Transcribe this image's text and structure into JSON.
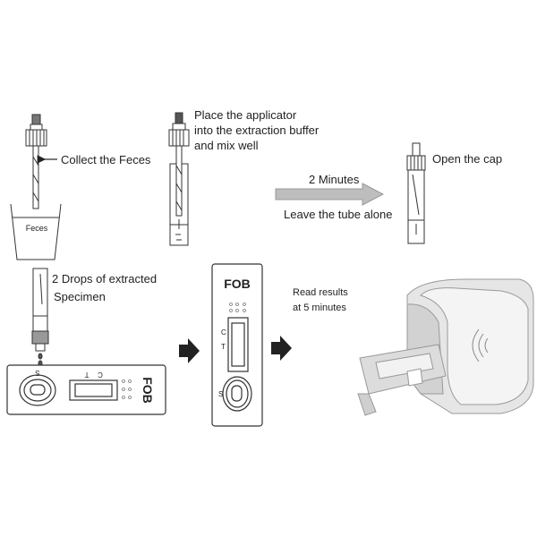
{
  "steps": {
    "collect": {
      "label": "Collect the Feces",
      "container_label": "Feces"
    },
    "mix": {
      "lines": [
        "Place the applicator",
        "into the extraction buffer",
        "and mix well"
      ]
    },
    "wait": {
      "duration": "2 Minutes",
      "instruction": "Leave the tube alone"
    },
    "open": {
      "label": "Open the cap"
    },
    "drops": {
      "lines": [
        "2 Drops of extracted",
        "Specimen"
      ]
    },
    "read": {
      "lines": [
        "Read results",
        "at 5 minutes"
      ]
    }
  },
  "cassette": {
    "brand": "FOB",
    "sample_mark": "S",
    "test_mark": "T",
    "control_mark": "C"
  }
}
